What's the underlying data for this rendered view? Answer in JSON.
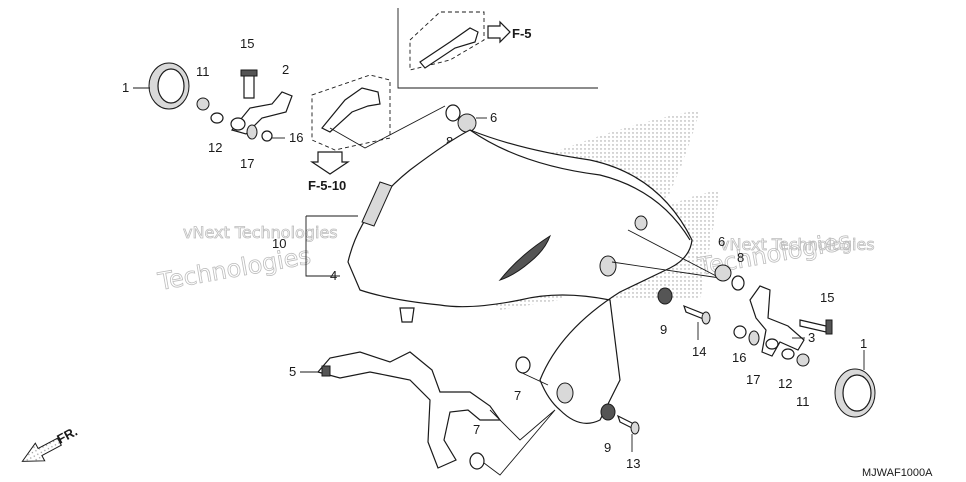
{
  "callouts": [
    {
      "id": "c1a",
      "text": "1"
    },
    {
      "id": "c1b",
      "text": "1"
    },
    {
      "id": "c2",
      "text": "2"
    },
    {
      "id": "c3",
      "text": "3"
    },
    {
      "id": "c4",
      "text": "4"
    },
    {
      "id": "c5",
      "text": "5"
    },
    {
      "id": "c6a",
      "text": "6"
    },
    {
      "id": "c6b",
      "text": "6"
    },
    {
      "id": "c7a",
      "text": "7"
    },
    {
      "id": "c7b",
      "text": "7"
    },
    {
      "id": "c8a",
      "text": "8"
    },
    {
      "id": "c8b",
      "text": "8"
    },
    {
      "id": "c9a",
      "text": "9"
    },
    {
      "id": "c9b",
      "text": "9"
    },
    {
      "id": "c10",
      "text": "10"
    },
    {
      "id": "c11a",
      "text": "11"
    },
    {
      "id": "c11b",
      "text": "11"
    },
    {
      "id": "c12a",
      "text": "12"
    },
    {
      "id": "c12b",
      "text": "12"
    },
    {
      "id": "c13",
      "text": "13"
    },
    {
      "id": "c14",
      "text": "14"
    },
    {
      "id": "c15a",
      "text": "15"
    },
    {
      "id": "c15b",
      "text": "15"
    },
    {
      "id": "c16a",
      "text": "16"
    },
    {
      "id": "c16b",
      "text": "16"
    },
    {
      "id": "c17a",
      "text": "17"
    },
    {
      "id": "c17b",
      "text": "17"
    }
  ],
  "refs": {
    "f5": "F-5",
    "f510": "F-5-10",
    "front": "FR."
  },
  "diagram_code": "MJWAF1000A",
  "watermarks": {
    "small": "vNext Technologies",
    "large": "Technologies"
  },
  "colors": {
    "line": "#1a1a1a",
    "watermark": "#bdbdbd",
    "stipple": "#9a9a9a"
  }
}
